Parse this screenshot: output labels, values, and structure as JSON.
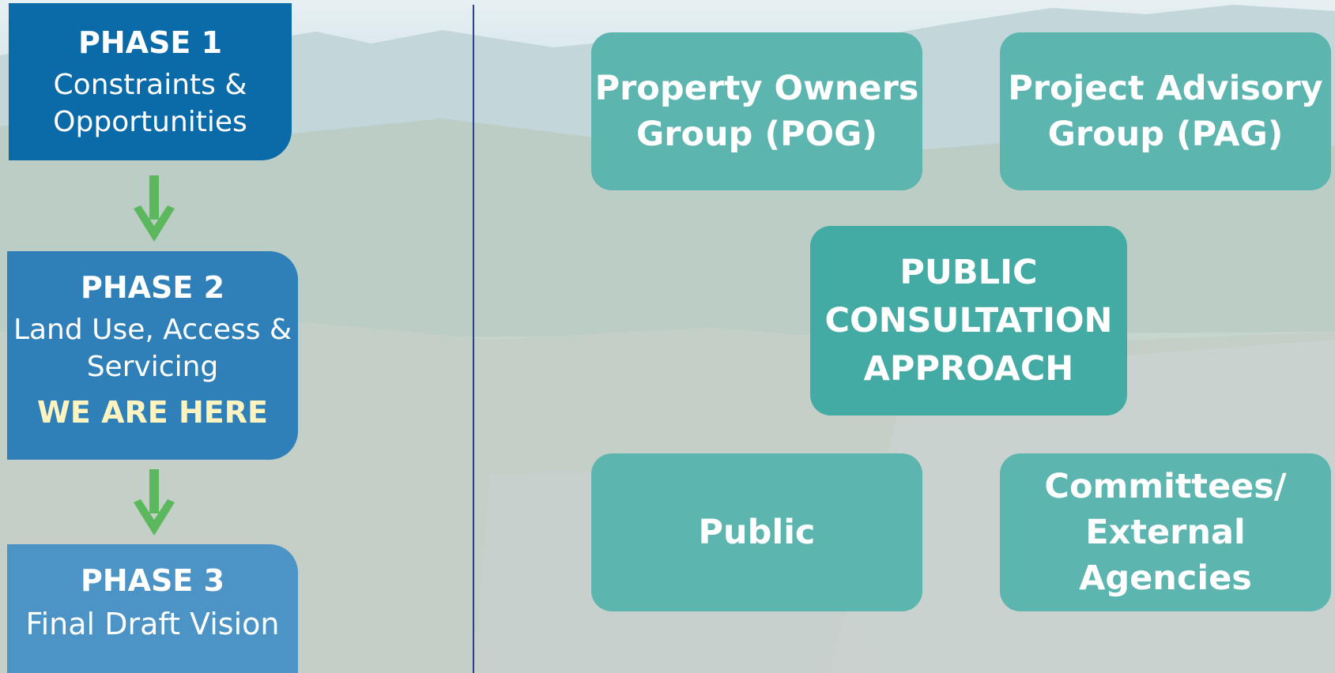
{
  "phases": [
    {
      "title": "PHASE 1",
      "description": "Constraints &\nOpportunities"
    },
    {
      "title": "PHASE 2",
      "description": "Land Use, Access &\nServicing",
      "status": "WE ARE HERE"
    },
    {
      "title": "PHASE 3",
      "description": "Final Draft Vision"
    }
  ],
  "consultation": {
    "center": "PUBLIC\nCONSULTATION\nAPPROACH",
    "groups": [
      "Property Owners\nGroup (POG)",
      "Project Advisory\nGroup (PAG)",
      "Public",
      "Committees/\nExternal Agencies"
    ]
  },
  "colors": {
    "phase1": "#0b6aa8",
    "phase2": "#2f80b8",
    "phase3": "#4c93c6",
    "arrow": "#5cb85c",
    "group_box": "#5cb5ae",
    "center_box": "#43aba4",
    "highlight_text": "#fff4bf",
    "divider": "#2c3f8c"
  }
}
